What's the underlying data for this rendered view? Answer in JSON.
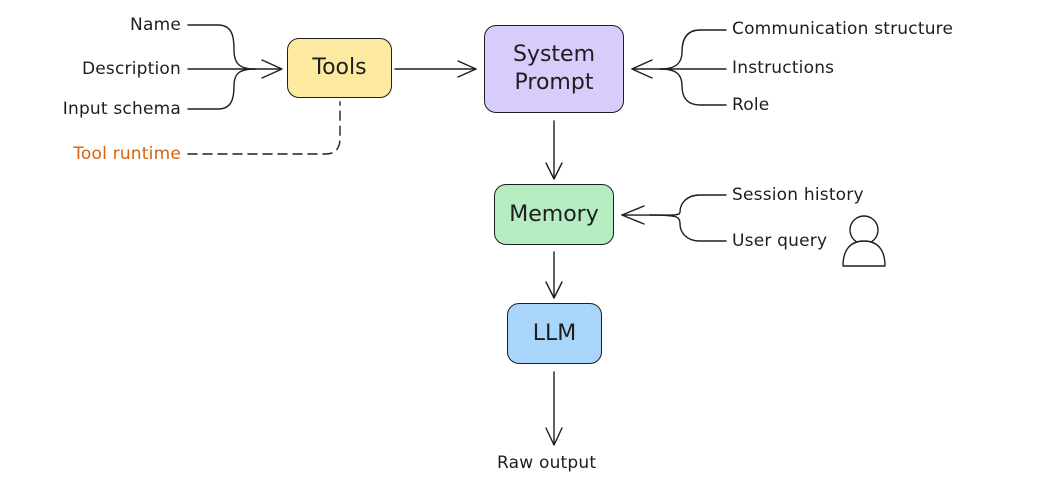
{
  "tools_inputs": {
    "name": "Name",
    "description": "Description",
    "input_schema": "Input schema",
    "tool_runtime": "Tool runtime"
  },
  "nodes": {
    "tools": {
      "label": "Tools",
      "fill": "#fdeaa0"
    },
    "system_prompt": {
      "label": "System\nPrompt",
      "fill": "#d8ccfb"
    },
    "memory": {
      "label": "Memory",
      "fill": "#b6ecc2"
    },
    "llm": {
      "label": "LLM",
      "fill": "#a9d5fb"
    }
  },
  "prompt_inputs": {
    "communication_structure": "Communication structure",
    "instructions": "Instructions",
    "role": "Role"
  },
  "memory_inputs": {
    "session_history": "Session history",
    "user_query": "User query"
  },
  "output": {
    "raw_output": "Raw output"
  },
  "colors": {
    "stroke": "#1e1e1e",
    "runtime": "#d9600f"
  },
  "icons": {
    "user": "user-icon"
  }
}
